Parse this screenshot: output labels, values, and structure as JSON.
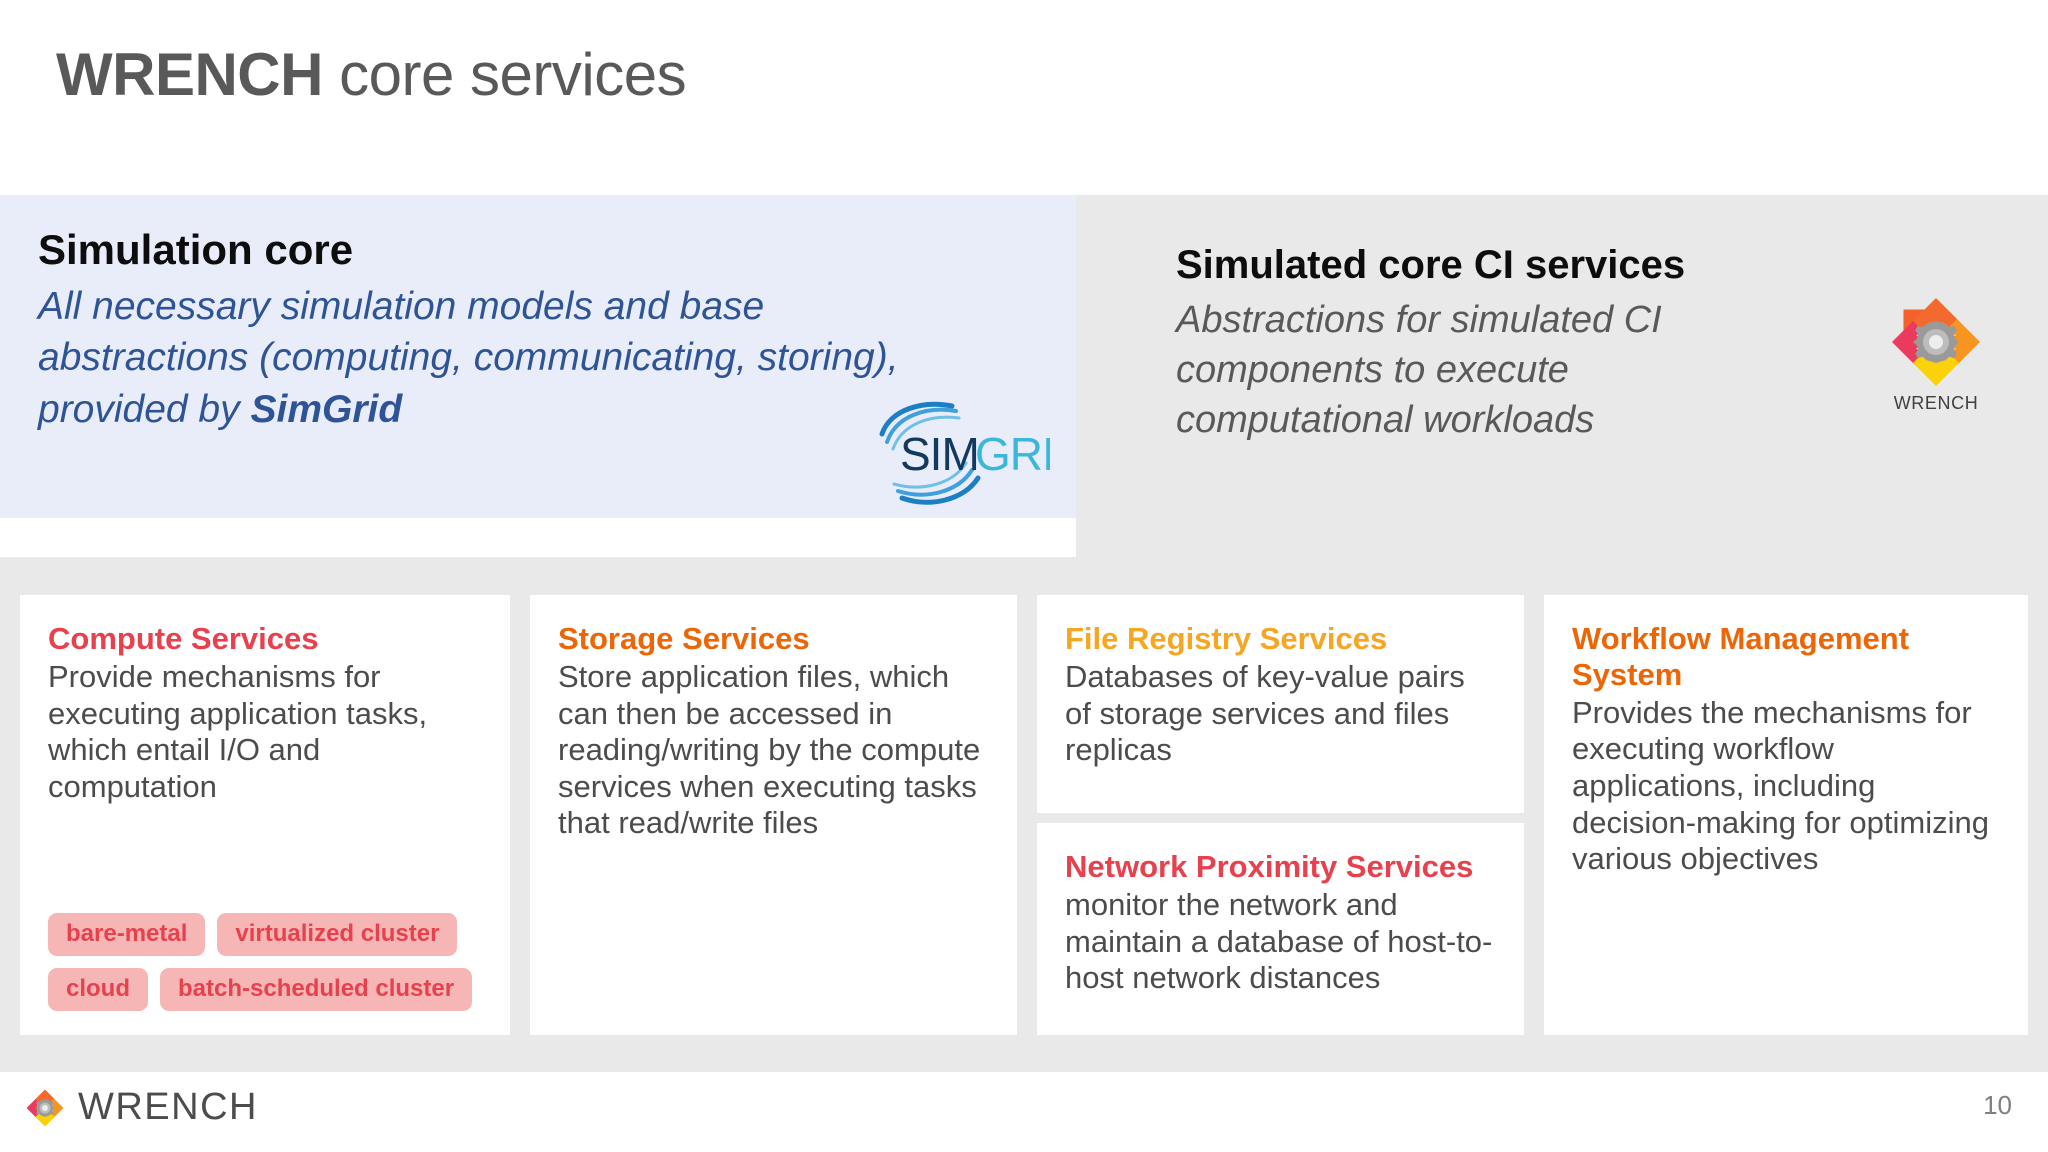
{
  "slide": {
    "title_bold": "WRENCH",
    "title_regular": " core services",
    "page_number": "10"
  },
  "panels": {
    "simulation_core": {
      "heading": "Simulation core",
      "body_lead": "All necessary simulation models and base abstractions (computing, communicating, storing), provided by ",
      "body_bold": "SimGrid",
      "logo_name": "simgrid-logo",
      "logo_text_dark": "SIM",
      "logo_text_light": "GRID",
      "background": "#e9edfa",
      "text_color": "#2e5496"
    },
    "simulated_ci_services": {
      "heading": "Simulated core CI services",
      "body": "Abstractions for simulated CI components to execute computational workloads",
      "logo_name": "wrench-logo",
      "logo_caption": "WRENCH",
      "background": "#e9e9e9",
      "text_color": "#595959"
    }
  },
  "cards": [
    {
      "name": "compute-services",
      "title": "Compute Services",
      "title_color": "#e8414e",
      "text": "Provide mechanisms for executing application tasks, which entail I/O and computation",
      "pill_rows": [
        [
          "bare-metal",
          "virtualized cluster"
        ],
        [
          "cloud",
          "batch-scheduled cluster"
        ]
      ]
    },
    {
      "name": "storage-services",
      "title": "Storage Services",
      "title_color": "#ec6608",
      "text": "Store application files, which can then be accessed in reading/writing by the compute services when executing tasks that read/write files"
    },
    {
      "name": "file-registry-services",
      "title": "File Registry Services",
      "title_color": "#f5a623",
      "text": "Databases of key-value pairs of storage services and files replicas"
    },
    {
      "name": "network-proximity-services",
      "title": "Network Proximity Services",
      "title_color": "#e8414e",
      "text": "monitor the network and maintain a database of host-to-host network distances"
    },
    {
      "name": "workflow-management-system",
      "title": "Workflow Management System",
      "title_color": "#ec6608",
      "text": "Provides the mechanisms for executing workflow applications, including decision-making for optimizing various objectives"
    }
  ],
  "footer": {
    "wordmark": "WRENCH",
    "logo_name": "wrench-logo"
  }
}
